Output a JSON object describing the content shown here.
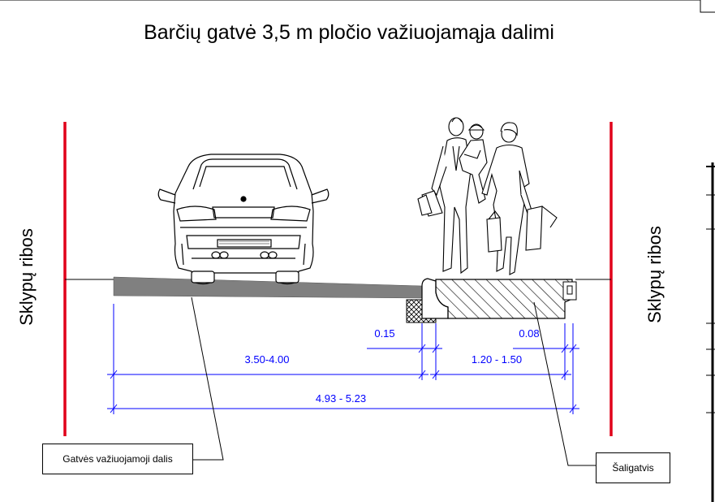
{
  "title": "Barčių gatvė 3,5 m pločio važiuojamąja dalimi",
  "labels": {
    "left_boundary": "Sklypų ribos",
    "right_boundary": "Sklypų ribos",
    "road_callout": "Gatvės važiuojamoji dalis",
    "sidewalk_callout": "Šaligatvis"
  },
  "dimensions": {
    "curb_width": "0.15",
    "edge_width": "0.08",
    "road_width": "3.50-4.00",
    "sidewalk_width": "1.20 - 1.50",
    "total_width": "4.93 - 5.23"
  },
  "colors": {
    "boundary": "#e0001a",
    "dimension": "#0000ff",
    "road_surface": "#808080",
    "line": "#000000"
  },
  "icons": [
    "car-rear-icon",
    "pedestrians-icon"
  ]
}
